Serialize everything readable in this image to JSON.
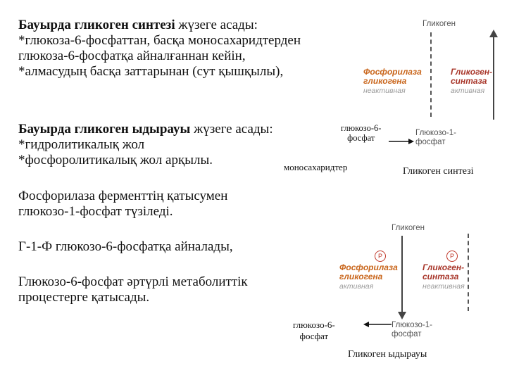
{
  "left_text": {
    "p1_bold": "Бауырда гликоген синтезі",
    "p1_rest": " жүзеге асады:",
    "p1_l2": "*глюкоза-6-фосфаттан, басқа  моносахаридтерден",
    "p1_l3": "глюкоза-6-фосфатқа айналғаннан кейін,",
    "p1_l4": "*алмасудың басқа заттарынан (сут қышқылы),",
    "p2_bold": "Бауырда гликоген ыдырауы",
    "p2_rest": " жүзеге асады:",
    "p2_l2": "*гидролитикалық жол",
    "p2_l3": "*фосфоролитикалық жол арқылы.",
    "p3_l1": "Фосфорилаза ферменттің қатысумен",
    "p3_l2": "глюкозо-1-фосфат түзіледі.",
    "p4": "Г-1-Ф глюкозо-6-фосфатқа айналады,",
    "p5_l1": "Глюкозо-6-фосфат әртүрлі метаболиттік",
    "p5_l2": "процестерге қатысады."
  },
  "diagram1": {
    "top": "Гликоген",
    "phosphorylase": [
      "Фосфорилаза",
      "гликогена"
    ],
    "phosphorylase_state": "неактивная",
    "synthase": [
      "Гликоген-",
      "синтаза"
    ],
    "synthase_state": "активная",
    "bottom": [
      "Глюкозо-1-",
      "фосфат"
    ],
    "g6p": [
      "глюкозо-6-",
      "фосфат"
    ],
    "mono": "моносахаридтер",
    "caption": "Гликоген синтезі"
  },
  "diagram2": {
    "top": "Гликоген",
    "p_mark": "P",
    "phosphorylase": [
      "Фосфорилаза",
      "гликогена"
    ],
    "phosphorylase_state": "активная",
    "synthase": [
      "Гликоген-",
      "синтаза"
    ],
    "synthase_state": "неактивная",
    "bottom": [
      "Глюкозо-1-",
      "фосфат"
    ],
    "g6p": [
      "глюкозо-6-",
      "фосфат"
    ],
    "caption": "Гликоген ыдырауы"
  },
  "colors": {
    "phosphorylase": "#c9661c",
    "synthase": "#a8362a",
    "state_gray": "#9a9a9a",
    "arrow_dark": "#111111"
  }
}
